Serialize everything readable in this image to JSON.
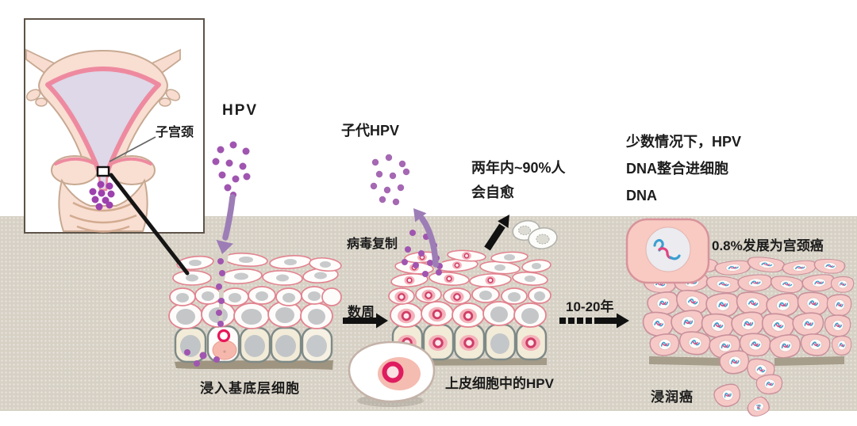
{
  "colors": {
    "background_band": "#d7d1c5",
    "virus_dot_purple": "#a055b0",
    "arrow_purple": "#9d7db6",
    "magenta_ring": "#e8175a",
    "cell_membrane_pink": "#e2838f",
    "cancer_cell_pink": "#f6c9c6",
    "basal_cream": "#f2ebd8",
    "gray_nucleus": "#c4c6c8",
    "dna_blue": "#3b9fd0",
    "dna_pink": "#e2487e",
    "basement_brown": "#9e9480",
    "text": "#1c1c1c"
  },
  "inset": {
    "cervix_label": "子宫颈"
  },
  "labels": {
    "hpv": "HPV",
    "progeny_hpv": "子代HPV",
    "virus_replication": "病毒复制",
    "weeks": "数周",
    "years": "10-20年"
  },
  "healing": {
    "line1": "两年内~90%人",
    "line2": "会自愈"
  },
  "integration": {
    "line1": "少数情况下，HPV",
    "line2": "DNA整合进细胞",
    "line3": "DNA"
  },
  "captions": {
    "stage1": "浸入基底层细胞",
    "stage2": "上皮细胞中的HPV",
    "cancer_pct": "0.8%发展为宫颈癌",
    "invasive": "浸润癌"
  }
}
